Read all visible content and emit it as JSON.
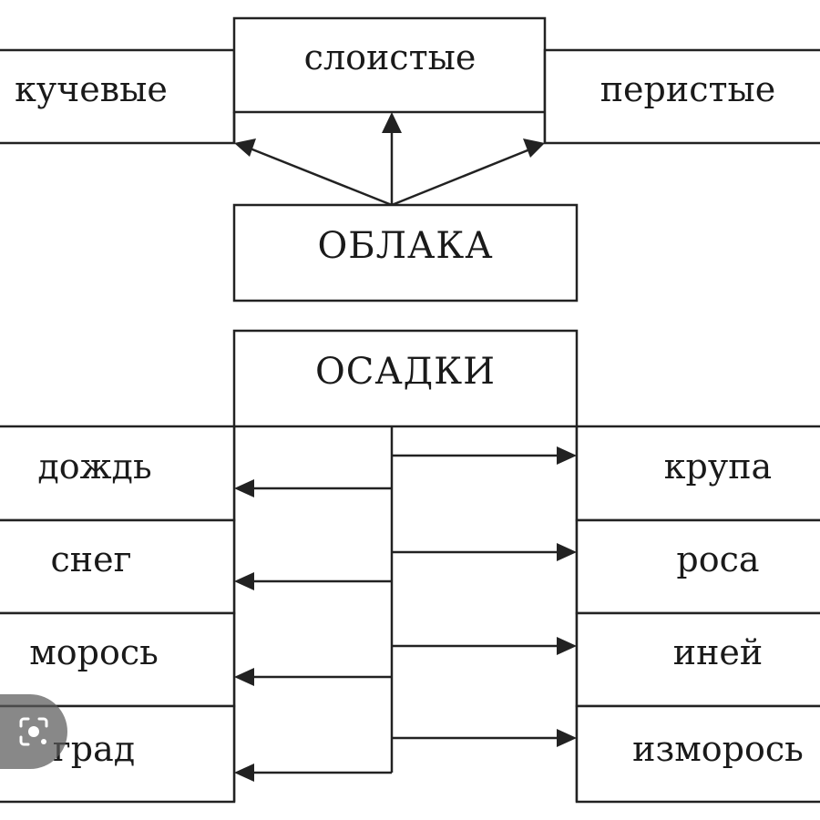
{
  "clouds": {
    "title": "ОБЛАКА",
    "types": {
      "cumulus": "кучевые",
      "stratus": "слоистые",
      "cirrus": "перистые"
    }
  },
  "precipitation": {
    "title": "ОСАДКИ",
    "left": [
      "дождь",
      "снег",
      "морось",
      "град"
    ],
    "right": [
      "крупа",
      "роса",
      "иней",
      "изморось"
    ]
  },
  "overlay": {
    "icon": "camera-search-icon"
  },
  "colors": {
    "line": "#222222",
    "background": "#ffffff",
    "overlay": "#5a5a5a"
  }
}
